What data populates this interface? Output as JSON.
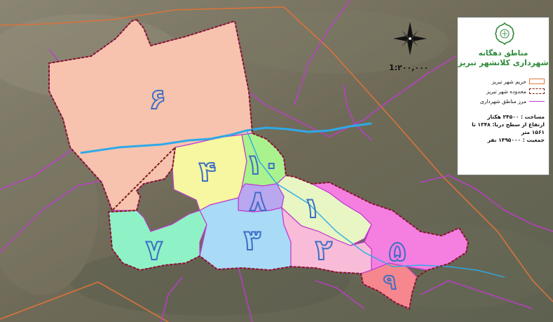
{
  "map": {
    "scale": "1:۲۰۰,۰۰۰",
    "districts": [
      {
        "id": "1",
        "label": "۱",
        "fill": "#e7f6c3"
      },
      {
        "id": "2",
        "label": "۲",
        "fill": "#f8bcd8"
      },
      {
        "id": "3",
        "label": "۳",
        "fill": "#a9daf6"
      },
      {
        "id": "4",
        "label": "۴",
        "fill": "#f6f7a0"
      },
      {
        "id": "5",
        "label": "۵",
        "fill": "#f47fe0"
      },
      {
        "id": "6",
        "label": "۶",
        "fill": "#f7c3ae"
      },
      {
        "id": "7",
        "label": "۷",
        "fill": "#8ff2c6"
      },
      {
        "id": "8",
        "label": "۸",
        "fill": "#b9a7ef"
      },
      {
        "id": "9",
        "label": "۹",
        "fill": "#f6878e"
      },
      {
        "id": "10",
        "label": "۱۰",
        "fill": "#a9f28d"
      }
    ]
  },
  "legend": {
    "title_line1": "مناطق دهگانه",
    "title_line2": "شهرداری کلانشهر تبریز",
    "items": [
      {
        "label": "حریم شهر تبریز",
        "type": "box",
        "color": "#e07a3e"
      },
      {
        "label": "محدوده شهر تبریز",
        "type": "dashed",
        "color": "#7a1f14"
      },
      {
        "label": "مرز مناطق شهرداری",
        "type": "line",
        "color": "#c13bd1"
      }
    ],
    "area": "مساحت : ۲۴۵۰۰ هکتار",
    "elevation": "ارتفاع از سطح دریا: ۱۳۴۸ تا ۱۵۶۱ متر",
    "population": "جمعیت : ۱۴۹۵۰۰۰ نفر"
  },
  "colors": {
    "river": "#2fa9e8",
    "district_boundary": "#c13bd1",
    "city_boundary": "#7a1f14",
    "harim": "#d9733a"
  }
}
